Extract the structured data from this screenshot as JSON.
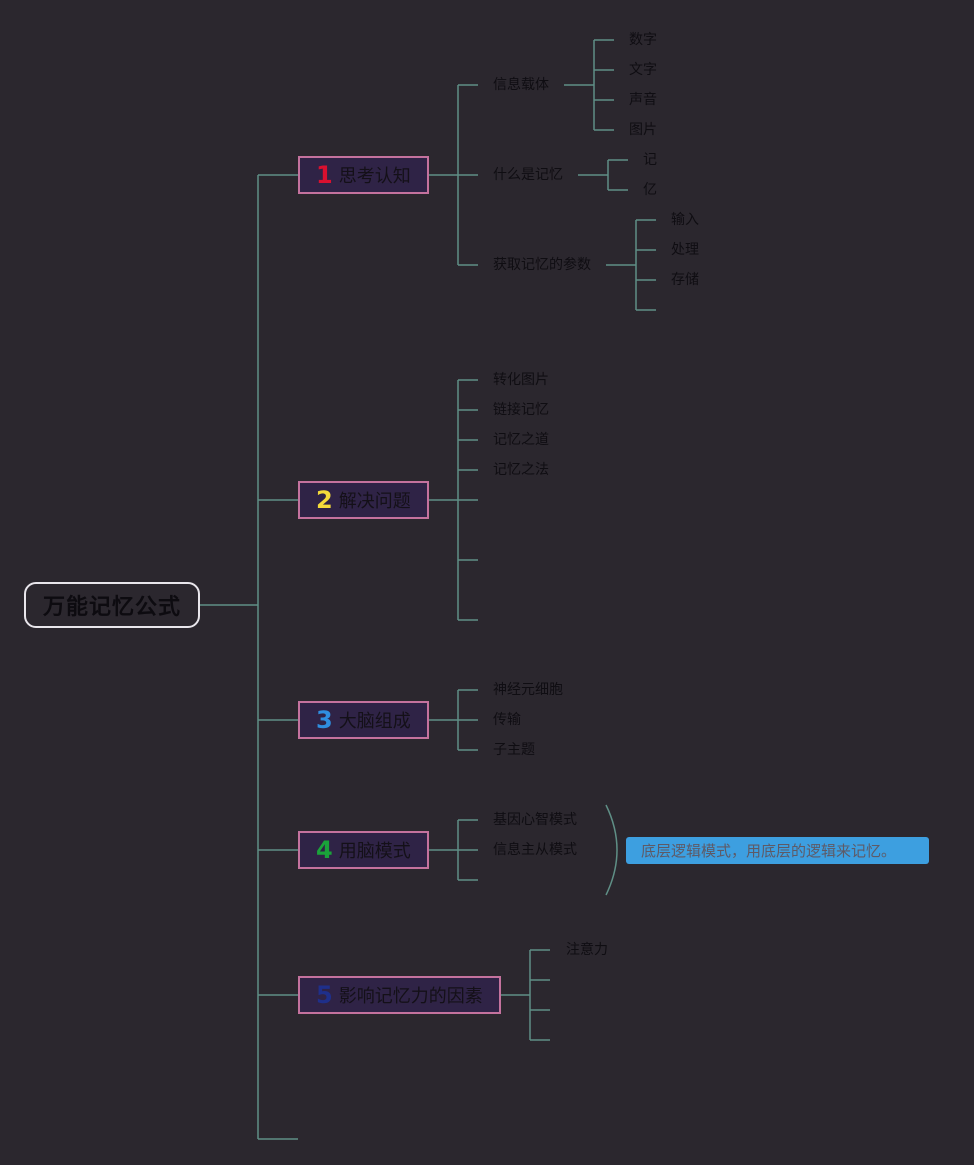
{
  "root": {
    "label": "万能记忆公式"
  },
  "branches": [
    {
      "number": "1",
      "number_color": "#d9102f",
      "label": "思考认知",
      "children": [
        {
          "label": "信息载体",
          "children": [
            "数字",
            "文字",
            "声音",
            "图片"
          ]
        },
        {
          "label": "什么是记忆",
          "children": [
            "记",
            "亿"
          ]
        },
        {
          "label": "获取记忆的参数",
          "children": [
            "输入",
            "处理",
            "存储",
            ""
          ]
        }
      ]
    },
    {
      "number": "2",
      "number_color": "#f5da3a",
      "label": "解决问题",
      "children": [
        {
          "label": "转化图片"
        },
        {
          "label": "链接记忆"
        },
        {
          "label": "记忆之道"
        },
        {
          "label": "记忆之法"
        },
        {
          "label": ""
        },
        {
          "label": ""
        },
        {
          "label": ""
        }
      ]
    },
    {
      "number": "3",
      "number_color": "#2f8ee0",
      "label": "大脑组成",
      "children": [
        {
          "label": "神经元细胞"
        },
        {
          "label": "传输"
        },
        {
          "label": "子主题"
        }
      ]
    },
    {
      "number": "4",
      "number_color": "#1aa33a",
      "label": "用脑模式",
      "children": [
        {
          "label": "基因心智模式"
        },
        {
          "label": "信息主从模式"
        },
        {
          "label": ""
        }
      ],
      "summary": "底层逻辑模式，用底层的逻辑来记忆。"
    },
    {
      "number": "5",
      "number_color": "#1f2f8a",
      "label": "影响记忆力的因素",
      "children": [
        {
          "label": "注意力"
        },
        {
          "label": ""
        },
        {
          "label": ""
        },
        {
          "label": ""
        }
      ]
    }
  ],
  "colors": {
    "background": "#2b272e",
    "connector": "#5f8f86",
    "topic_border": "#c4729e",
    "topic_fill": "#2f2346",
    "callout_fill": "#3d9fe0"
  }
}
